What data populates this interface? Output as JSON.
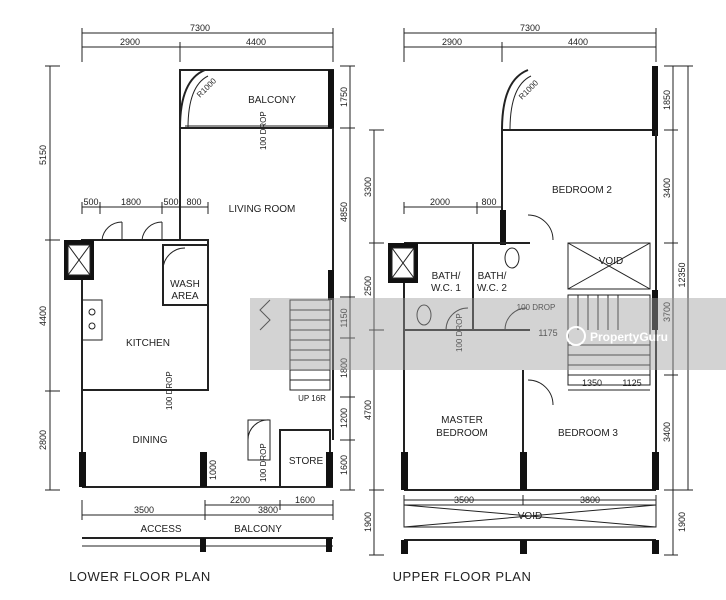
{
  "lower": {
    "dims_top": [
      "7300",
      "2900",
      "4400"
    ],
    "dims_mid": [
      "500",
      "1800",
      "500",
      "800"
    ],
    "dims_left": [
      "5150",
      "4400",
      "2800"
    ],
    "dims_right": [
      "1750",
      "4850",
      "1150",
      "1800",
      "1200",
      "1600"
    ],
    "dims_bottom": [
      "3500",
      "3800",
      "2200",
      "1600",
      "1000"
    ],
    "rooms": {
      "balcony_top": "BALCONY",
      "living": "LIVING ROOM",
      "wash1": "WASH",
      "wash2": "AREA",
      "kitchen": "KITCHEN",
      "dining": "DINING",
      "store": "STORE",
      "access": "ACCESS",
      "balcony_bottom": "BALCONY"
    },
    "notes": {
      "r1000": "R1000",
      "drop_a": "100 DROP",
      "drop_b": "100 DROP",
      "drop_c": "100 DROP",
      "stair": "UP 16R"
    },
    "title": "LOWER FLOOR PLAN"
  },
  "upper": {
    "dims_top": [
      "7300",
      "2900",
      "4400"
    ],
    "dims_mid": [
      "2000",
      "800"
    ],
    "dims_left": [
      "3300",
      "2500",
      "4700",
      "1900"
    ],
    "dims_right": [
      "1850",
      "3400",
      "12350",
      "3700",
      "3400",
      "1900"
    ],
    "dims_inner": [
      "1175",
      "1350",
      "1125"
    ],
    "dims_bottom": [
      "3500",
      "3800"
    ],
    "rooms": {
      "bed2": "BEDROOM 2",
      "void_top": "VOID",
      "bath1_a": "BATH/",
      "bath1_b": "W.C. 1",
      "bath2_a": "BATH/",
      "bath2_b": "W.C. 2",
      "master_a": "MASTER",
      "master_b": "BEDROOM",
      "bed3": "BEDROOM 3",
      "void_bottom": "VOID"
    },
    "notes": {
      "r1000": "R1000",
      "drop_a": "100 DROP",
      "drop_b": "100 DROP"
    },
    "title": "UPPER FLOOR PLAN"
  },
  "watermark": "PropertyGuru"
}
